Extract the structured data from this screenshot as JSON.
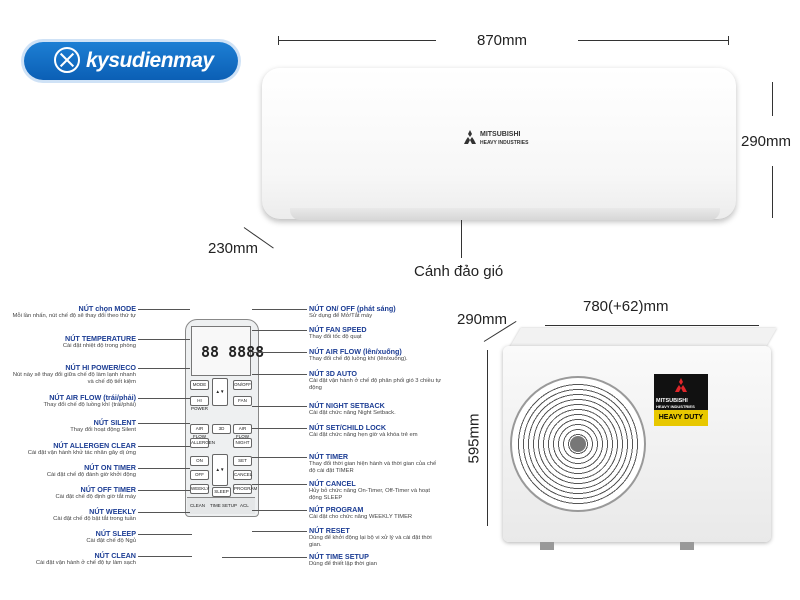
{
  "logo": {
    "text": "kysudienmay"
  },
  "indoor_unit": {
    "brand": "MITSUBISHI",
    "brand_sub": "HEAVY INDUSTRIES",
    "width": "870mm",
    "height": "290mm",
    "depth": "230mm",
    "flap_label": "Cánh đảo gió"
  },
  "outdoor_unit": {
    "brand": "MITSUBISHI",
    "brand_sub": "HEAVY INDUSTRIES",
    "badge": "HEAVY DUTY",
    "width": "780(+62)mm",
    "depth": "290mm",
    "height": "595mm"
  },
  "remote": {
    "lcd": "88 8888",
    "buttons": {
      "mode": "MODE",
      "onoff": "ON/OFF",
      "hipower": "HI POWER",
      "fan": "FAN",
      "airflow": "AIR FLOW",
      "u1": "3D",
      "u2": "ALLERGEN",
      "u3": "NIGHT",
      "u4": "ON",
      "u5": "OFF",
      "u6": "SET",
      "u7": "CANCEL",
      "clean": "CLEAN",
      "timesetup": "TIME SETUP",
      "acl": "ACL",
      "s1": "WEEKLY",
      "s2": "SLEEP",
      "s3": "PROGRAM"
    }
  },
  "callouts_left": [
    {
      "title": "NÚT chọn MODE",
      "desc": "Mỗi lần nhấn, nút chế độ sẽ thay đổi theo thứ tự"
    },
    {
      "title": "NÚT TEMPERATURE",
      "desc": "Cài đặt nhiệt độ trong phòng"
    },
    {
      "title": "NÚT HI POWER/ECO",
      "desc": "Nút này sẽ thay đổi giữa chế độ làm lạnh nhanh và chế độ tiết kiệm"
    },
    {
      "title": "NÚT AIR FLOW (trái/phải)",
      "desc": "Thay đổi chế độ luồng khí (trái/phải)"
    },
    {
      "title": "NÚT SILENT",
      "desc": "Thay đổi hoạt động Silent"
    },
    {
      "title": "NÚT ALLERGEN CLEAR",
      "desc": "Cài đặt vận hành khử tác nhân gây dị ứng"
    },
    {
      "title": "NÚT ON TIMER",
      "desc": "Cài đặt chế độ đánh giờ khởi động"
    },
    {
      "title": "NÚT OFF TIMER",
      "desc": "Cài đặt chế độ định giờ tắt máy"
    },
    {
      "title": "NÚT WEEKLY",
      "desc": "Cài đặt chế độ bật tắt trong tuần"
    },
    {
      "title": "NÚT SLEEP",
      "desc": "Cài đặt chế độ Ngủ"
    },
    {
      "title": "NÚT CLEAN",
      "desc": "Cài đặt vận hành ở chế độ tự làm sạch"
    }
  ],
  "callouts_right": [
    {
      "title": "NÚT ON/ OFF (phát sáng)",
      "desc": "Sử dụng để Mở/Tắt máy"
    },
    {
      "title": "NÚT FAN SPEED",
      "desc": "Thay đổi tốc độ quạt"
    },
    {
      "title": "NÚT AIR FLOW (lên/xuống)",
      "desc": "Thay đổi chế độ luồng khí (lên/xuống)."
    },
    {
      "title": "NÚT 3D AUTO",
      "desc": "Cài đặt vận hành ở chế độ phân phối gió 3 chiều tự động"
    },
    {
      "title": "NÚT NIGHT SETBACK",
      "desc": "Cài đặt chức năng Night Setback."
    },
    {
      "title": "NÚT SET/CHILD LOCK",
      "desc": "Cài đặt chức năng hẹn giờ và khóa trẻ em"
    },
    {
      "title": "NÚT TIMER",
      "desc": "Thay đổi thời gian hiện hành và thời gian của chế độ cài đặt TIMER"
    },
    {
      "title": "NÚT CANCEL",
      "desc": "Hủy bỏ chức năng On-Timer, Off-Timer và hoạt động SLEEP"
    },
    {
      "title": "NÚT PROGRAM",
      "desc": "Cài đặt cho chức năng WEEKLY TIMER"
    },
    {
      "title": "NÚT RESET",
      "desc": "Dùng để khởi động lại bộ vi xử lý và cài đặt thời gian."
    },
    {
      "title": "NÚT TIME SETUP",
      "desc": "Dùng để thiết lập thời gian"
    }
  ]
}
